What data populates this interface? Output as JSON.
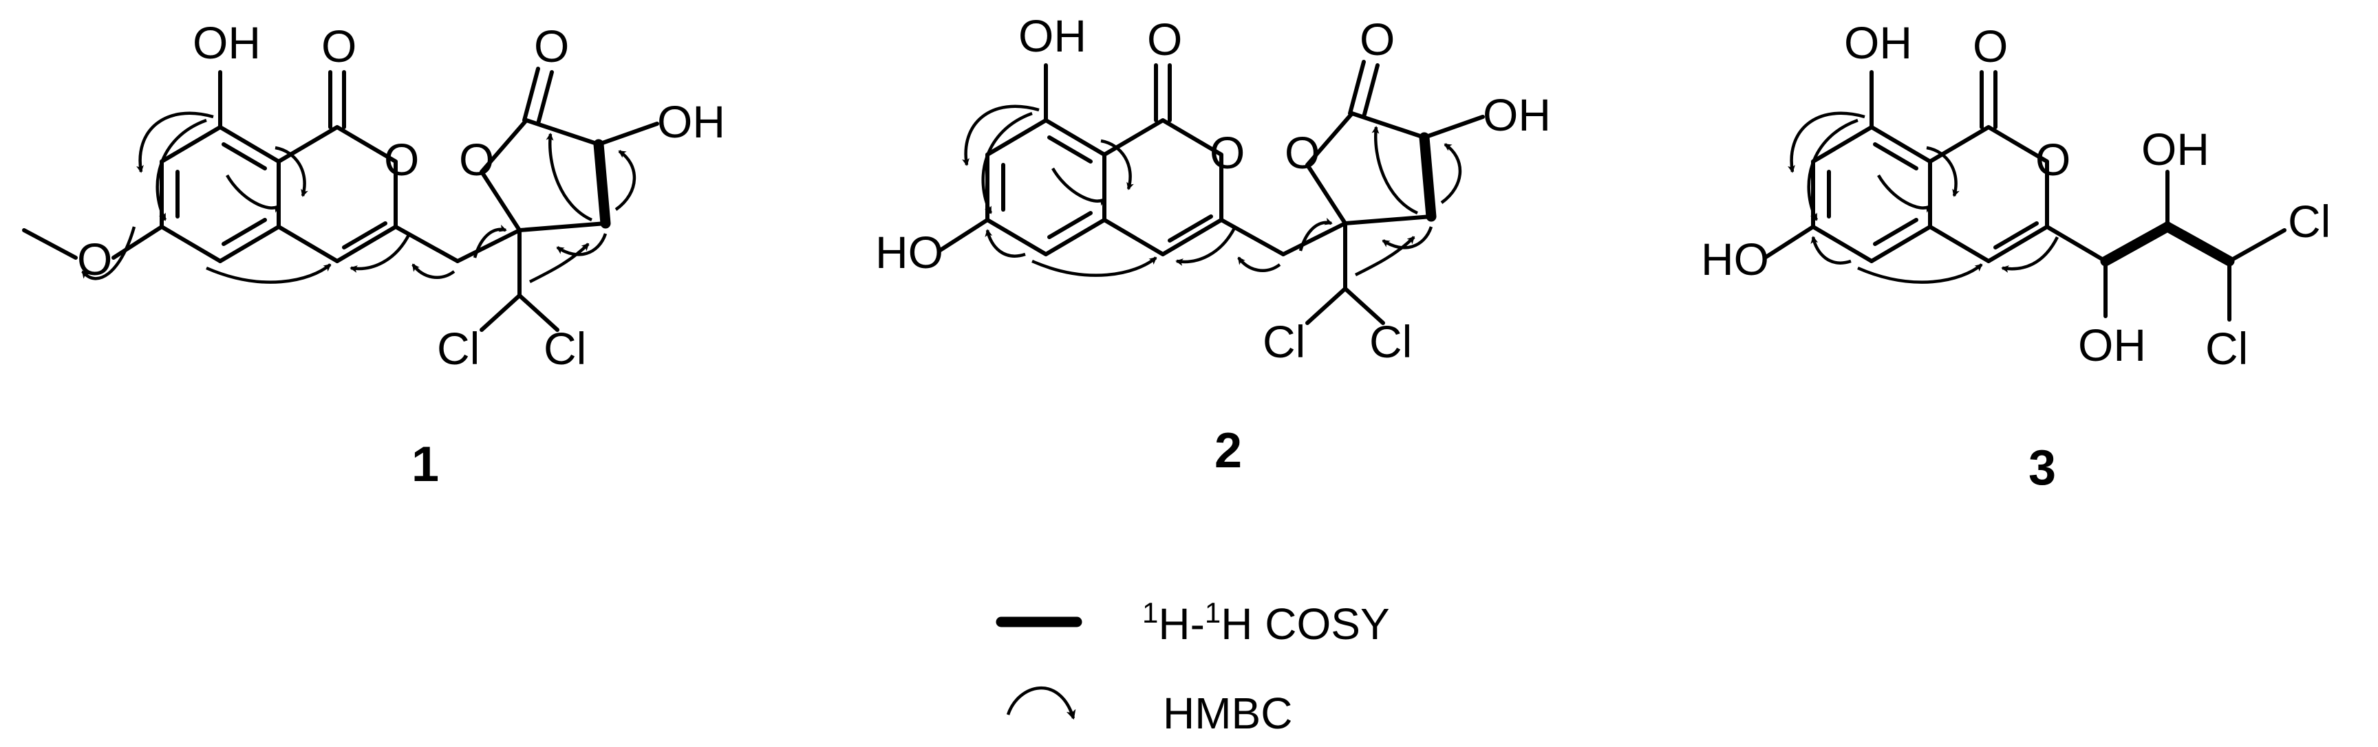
{
  "compounds": [
    {
      "label": "1",
      "atoms": {
        "oh_phenol": "OH",
        "carbonyl_o": "O",
        "ring_o": "O",
        "lactone_ring_o": "O",
        "lactone_carbonyl_o": "O",
        "lactone_oh": "OH",
        "substituent": "O",
        "cl_left": "Cl",
        "cl_right": "Cl"
      }
    },
    {
      "label": "2",
      "atoms": {
        "oh_phenol": "OH",
        "carbonyl_o": "O",
        "ring_o": "O",
        "lactone_ring_o": "O",
        "lactone_carbonyl_o": "O",
        "lactone_oh": "OH",
        "substituent": "HO",
        "cl_left": "Cl",
        "cl_right": "Cl"
      }
    },
    {
      "label": "3",
      "atoms": {
        "oh_phenol": "OH",
        "carbonyl_o": "O",
        "ring_o": "O",
        "substituent": "HO",
        "chain_oh_top": "OH",
        "chain_oh_bottom": "OH",
        "cl_top": "Cl",
        "cl_bottom": "Cl"
      }
    }
  ],
  "legend": {
    "cosy_sup1": "1",
    "cosy_h1": "H-",
    "cosy_sup2": "1",
    "cosy_rest": "H COSY",
    "hmbc": "HMBC"
  }
}
